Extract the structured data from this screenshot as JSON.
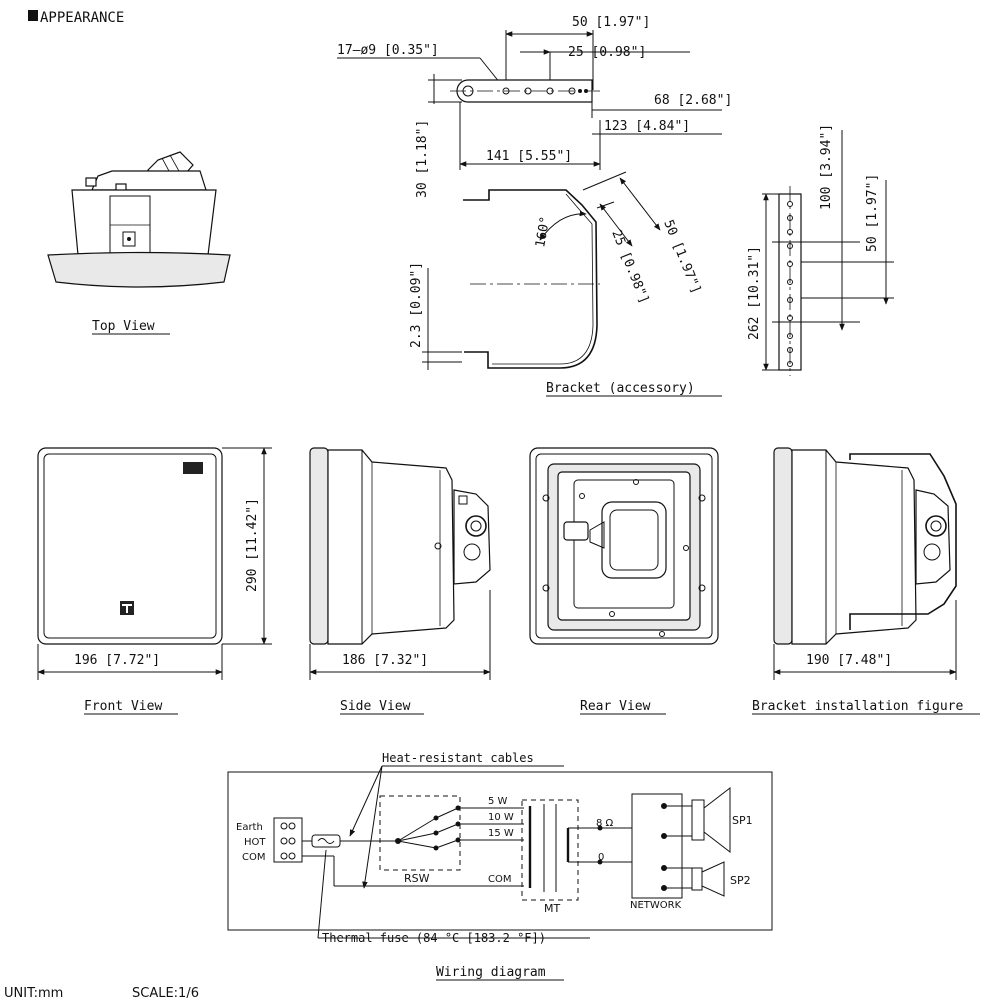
{
  "header": {
    "title": "APPEARANCE"
  },
  "bracket": {
    "hole_spec": "17–ø9 [0.35\"]",
    "dim_50": "50 [1.97\"]",
    "dim_25": "25 [0.98\"]",
    "dim_68": "68 [2.68\"]",
    "dim_123": "123 [4.84\"]",
    "dim_141": "141 [5.55\"]",
    "dim_30": "30 [1.18\"]",
    "angle": "160°",
    "dim_25_slant": "25 [0.98\"]",
    "dim_50_slant": "50 [1.97\"]",
    "dim_2_3": "2.3 [0.09\"]",
    "dim_262": "262 [10.31\"]",
    "dim_100": "100 [3.94\"]",
    "dim_50_side": "50 [1.97\"]",
    "caption": "Bracket (accessory)"
  },
  "views": {
    "top": {
      "caption": "Top View"
    },
    "front": {
      "caption": "Front View",
      "width": "196 [7.72\"]",
      "height": "290 [11.42\"]"
    },
    "side": {
      "caption": "Side View",
      "width": "186 [7.32\"]"
    },
    "rear": {
      "caption": "Rear View"
    },
    "install": {
      "caption": "Bracket installation figure",
      "width": "190 [7.48\"]"
    }
  },
  "wiring": {
    "caption": "Wiring diagram",
    "heat_cables": "Heat-resistant cables",
    "thermal_fuse": "Thermal fuse (84 °C [183.2 °F])",
    "terminals": [
      "Earth",
      "HOT",
      "COM"
    ],
    "taps": [
      "5 W",
      "10 W",
      "15 W"
    ],
    "com_label": "COM",
    "rsw": "RSW",
    "mt": "MT",
    "ohm": "8 Ω",
    "zero": "0",
    "network": "NETWORK",
    "sp1": "SP1",
    "sp2": "SP2"
  },
  "footer": {
    "unit": "UNIT:mm",
    "scale": "SCALE:1/6"
  }
}
